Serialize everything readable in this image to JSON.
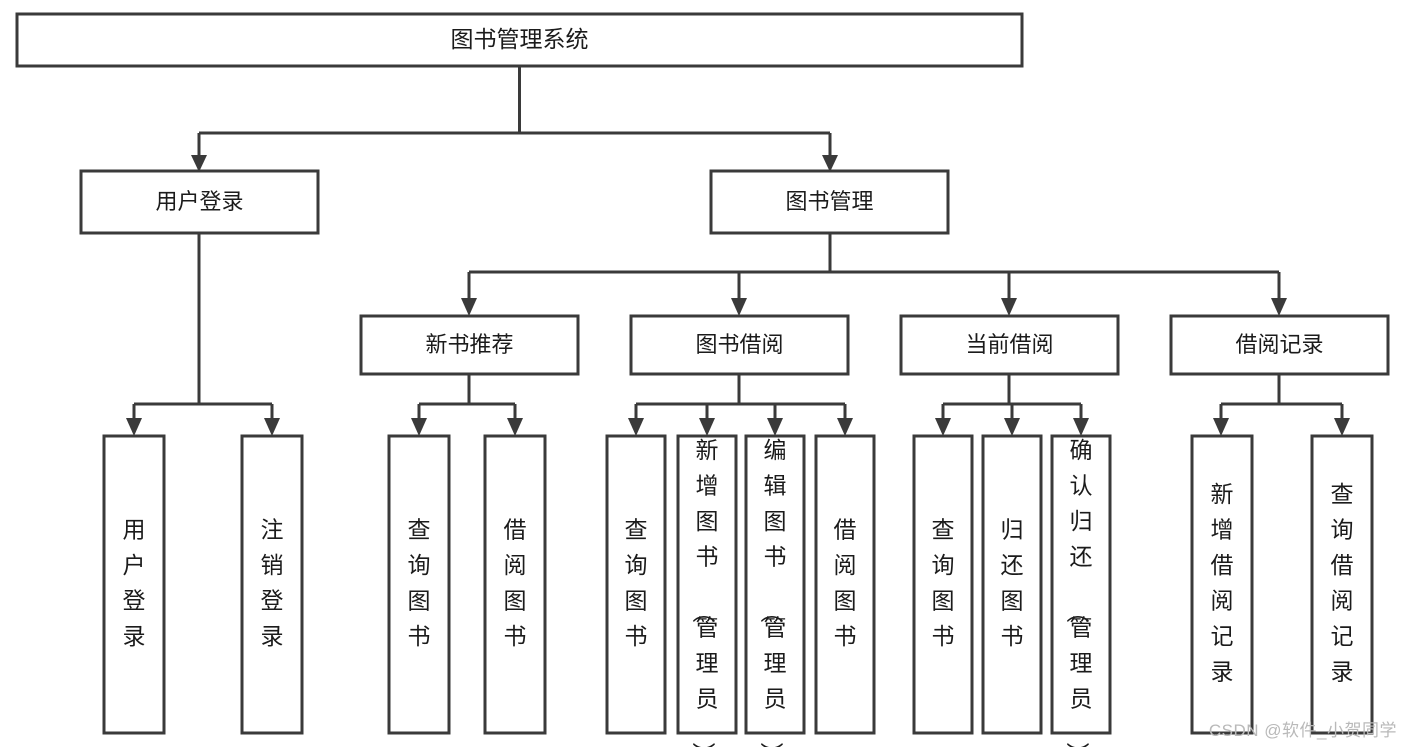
{
  "diagram": {
    "type": "tree",
    "title": "图书管理系统",
    "orientation": "top-down",
    "colors": {
      "stroke": "#3a3a3a",
      "box_fill": "#ffffff",
      "text": "#1b1b1b",
      "background": "#ffffff",
      "watermark": "#b9b9b9"
    },
    "root": {
      "label": "图书管理系统"
    },
    "level2": [
      {
        "label": "用户登录"
      },
      {
        "label": "图书管理"
      }
    ],
    "level3": [
      {
        "label": "新书推荐"
      },
      {
        "label": "图书借阅"
      },
      {
        "label": "当前借阅"
      },
      {
        "label": "借阅记录"
      }
    ],
    "leaves": {
      "user_login": [
        {
          "label": "用户登录"
        },
        {
          "label": "注销登录"
        }
      ],
      "new_book_recommend": [
        {
          "label": "查询图书"
        },
        {
          "label": "借阅图书"
        }
      ],
      "book_borrow": [
        {
          "label": "查询图书"
        },
        {
          "label": "新增图书（管理员）"
        },
        {
          "label": "编辑图书（管理员）"
        },
        {
          "label": "借阅图书"
        }
      ],
      "current_borrow": [
        {
          "label": "查询图书"
        },
        {
          "label": "归还图书"
        },
        {
          "label": "确认归还（管理员）"
        }
      ],
      "borrow_record": [
        {
          "label": "新增借阅记录"
        },
        {
          "label": "查询借阅记录"
        }
      ]
    }
  },
  "watermark": {
    "text": "CSDN @软件_小贺同学"
  }
}
